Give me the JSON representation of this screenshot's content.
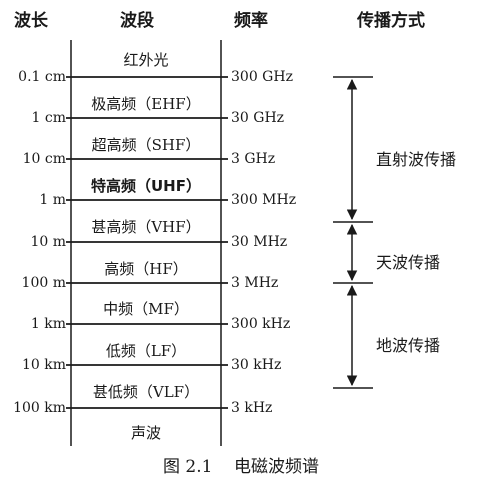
{
  "headers": {
    "wavelength": "波长",
    "band": "波段",
    "frequency": "频率",
    "propagation": "传播方式"
  },
  "rows": [
    {
      "wavelength": "0.1 cm",
      "frequency": "300 GHz"
    },
    {
      "wavelength": "1 cm",
      "frequency": "30 GHz"
    },
    {
      "wavelength": "10 cm",
      "frequency": "3 GHz"
    },
    {
      "wavelength": "1 m",
      "frequency": "300 MHz"
    },
    {
      "wavelength": "10 m",
      "frequency": "30 MHz"
    },
    {
      "wavelength": "100 m",
      "frequency": "3 MHz"
    },
    {
      "wavelength": "1 km",
      "frequency": "300 kHz"
    },
    {
      "wavelength": "10 km",
      "frequency": "30 kHz"
    },
    {
      "wavelength": "100 km",
      "frequency": "3 kHz"
    }
  ],
  "bands": [
    "红外光",
    "极高频（EHF）",
    "超高频（SHF）",
    "特高频（UHF）",
    "甚高频（VHF）",
    "高频（HF）",
    "中频（MF）",
    "低频（LF）",
    "甚低频（VLF）",
    "声波"
  ],
  "propagation": [
    "直射波传播",
    "天波传播",
    "地波传播"
  ],
  "caption": "图 2.1    电磁波频谱"
}
